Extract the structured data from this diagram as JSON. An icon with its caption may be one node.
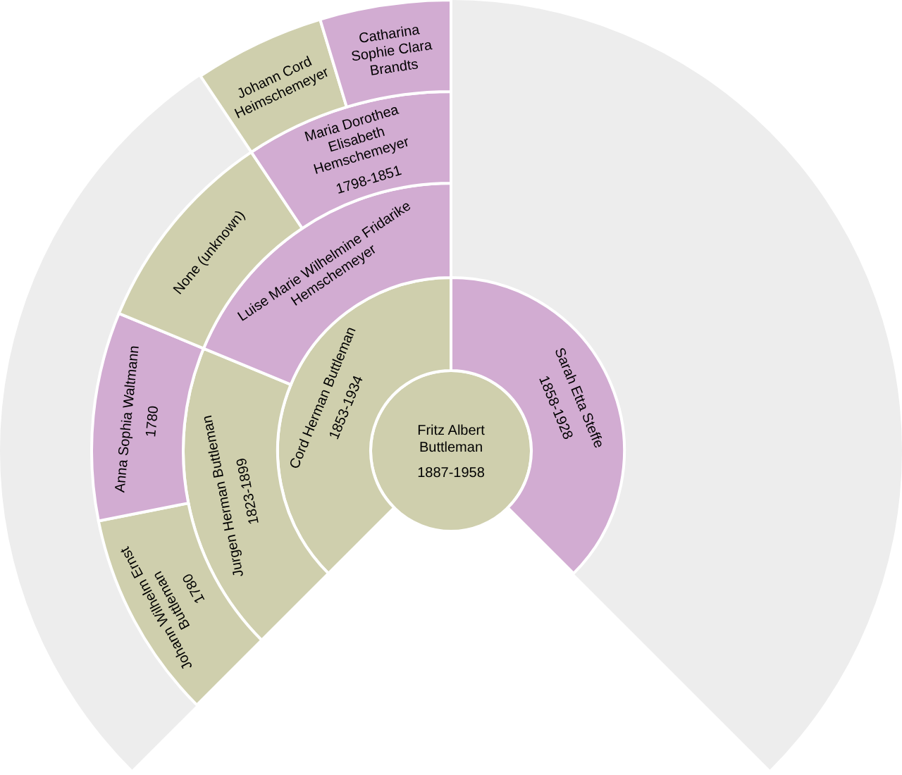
{
  "diagram": {
    "nodes": [
      {
        "text": [
          "Fritz Albert Buttleman",
          "1887-1958"
        ]
      },
      {
        "text": [
          "Cord Herman Buttleman",
          "1853-1934"
        ]
      },
      {
        "text": [
          "Sarah Etta Steffe",
          "1858-1928"
        ]
      },
      {
        "text": [
          "Jurgen Herman Buttleman",
          "1823-1899"
        ]
      },
      {
        "text": [
          "Luise Marie Wilhelmine Fridarike Hemschemeyer"
        ]
      },
      {
        "text": [
          "Johann Wilhelm Ernst Buttleman",
          "1780"
        ]
      },
      {
        "text": [
          "Anna Sophia Waltmann",
          "1780"
        ]
      },
      {
        "text": [
          "None (unknown)"
        ]
      },
      {
        "text": [
          "Maria Dorothea Elisabeth Hemschemeyer",
          "1798-1851"
        ]
      },
      {
        "text": [
          "Johann Cord Heimschemeyer"
        ]
      },
      {
        "text": [
          "Catharina Sophie Clara Brandts"
        ]
      }
    ]
  }
}
